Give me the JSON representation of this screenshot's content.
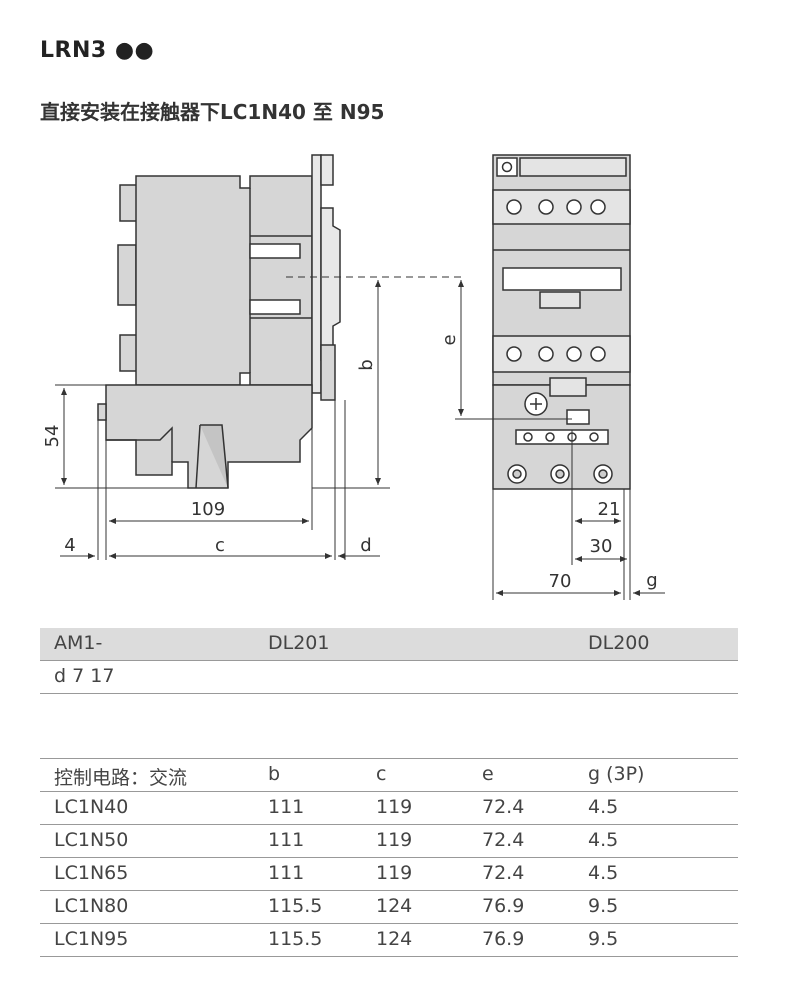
{
  "header": {
    "title": "LRN3 ●●",
    "subtitle": "直接安装在接触器下LC1N40 至 N95"
  },
  "drawing": {
    "labels": {
      "dim_54": "54",
      "dim_109": "109",
      "dim_4": "4",
      "dim_c": "c",
      "dim_d": "d",
      "dim_b": "b",
      "dim_e": "e",
      "dim_21": "21",
      "dim_30": "30",
      "dim_70": "70",
      "dim_g": "g"
    }
  },
  "table1": {
    "row1": [
      "AM1-",
      "DL201",
      "DL200"
    ],
    "row2": [
      "d 7 17"
    ]
  },
  "table2": {
    "headers": [
      "控制电路：交流",
      "b",
      "c",
      "e",
      "g (3P)"
    ],
    "rows": [
      [
        "LC1N40",
        "111",
        "119",
        "72.4",
        "4.5"
      ],
      [
        "LC1N50",
        "111",
        "119",
        "72.4",
        "4.5"
      ],
      [
        "LC1N65",
        "111",
        "119",
        "72.4",
        "4.5"
      ],
      [
        "LC1N80",
        "115.5",
        "124",
        "76.9",
        "9.5"
      ],
      [
        "LC1N95",
        "115.5",
        "124",
        "76.9",
        "9.5"
      ]
    ]
  }
}
